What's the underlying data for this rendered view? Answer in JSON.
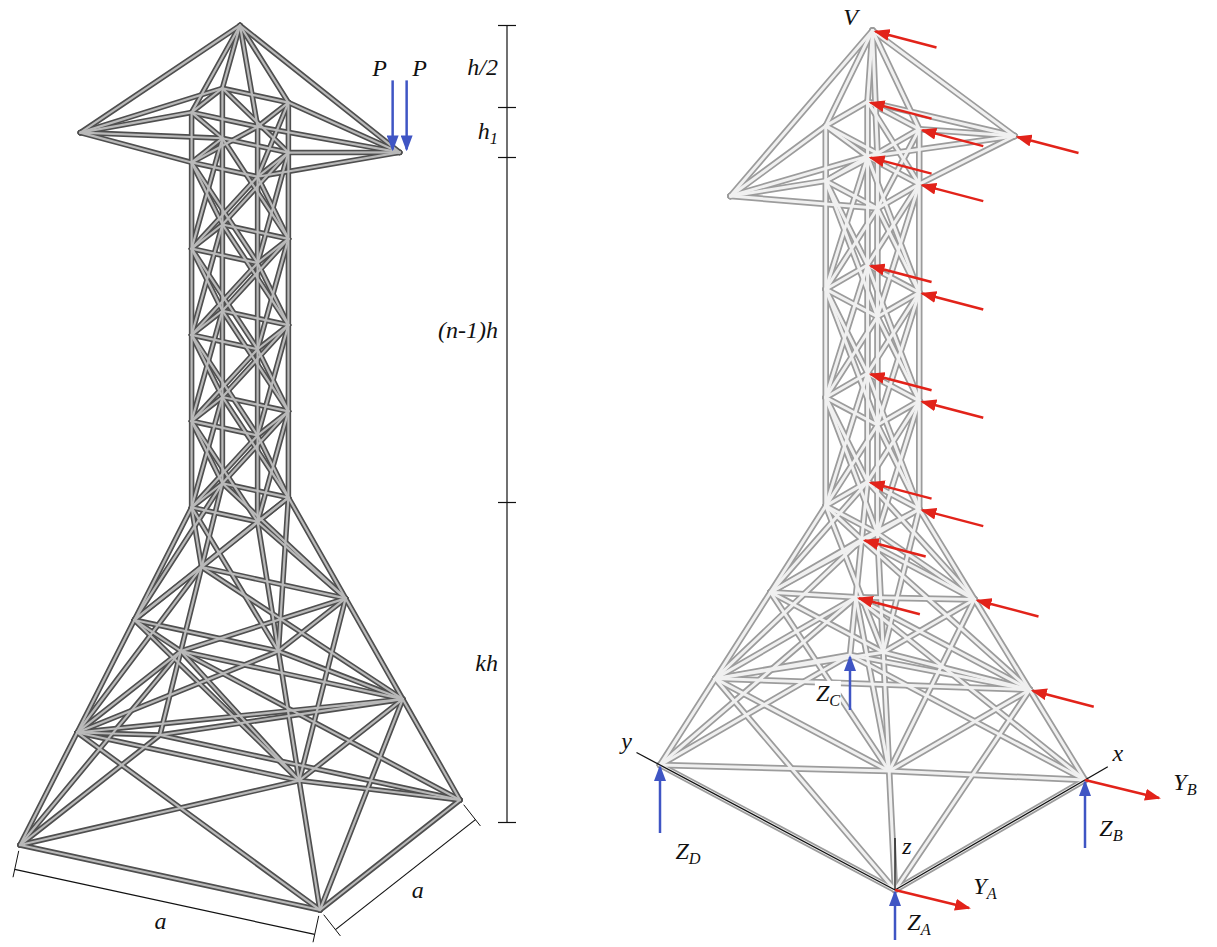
{
  "diagram": {
    "labels": [
      "P",
      "P",
      "h/2",
      "h1",
      "(n-1)h",
      "kh",
      "a",
      "a",
      "V",
      "ZC",
      "x",
      "y",
      "z",
      "YB",
      "ZB",
      "ZD",
      "ZA",
      "YA"
    ]
  }
}
